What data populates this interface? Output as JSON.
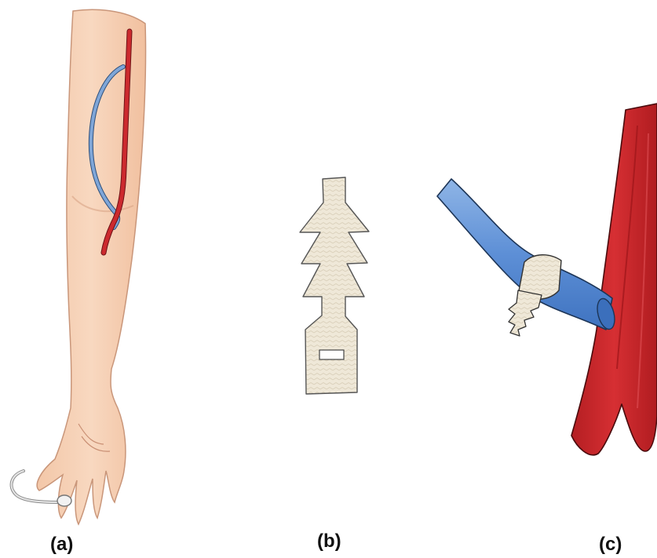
{
  "panels": [
    {
      "id": "a",
      "label": "(a)"
    },
    {
      "id": "b",
      "label": "(b)"
    },
    {
      "id": "c",
      "label": "(c)"
    }
  ],
  "colors": {
    "skin": "#f7d3b8",
    "skin_shadow": "#e9b79a",
    "artery": "#c8262b",
    "vein": "#6f9bd1",
    "tape": "#efe8d8",
    "tape_stroke": "#555555",
    "outline": "#333333"
  }
}
